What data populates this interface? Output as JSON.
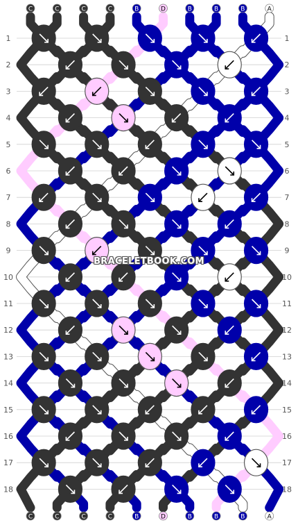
{
  "pattern": {
    "watermark": "BRACELETBOOK.COM",
    "strings_top": [
      "C",
      "C",
      "C",
      "C",
      "B",
      "D",
      "B",
      "B",
      "B",
      "A"
    ],
    "strings_bottom": [
      "C",
      "C",
      "C",
      "C",
      "B",
      "D",
      "B",
      "B",
      "B",
      "A"
    ],
    "row_labels": [
      "1",
      "2",
      "3",
      "4",
      "5",
      "6",
      "7",
      "8",
      "9",
      "10",
      "11",
      "12",
      "13",
      "14",
      "15",
      "16",
      "17",
      "18"
    ],
    "colors": {
      "A": "#ffffff",
      "B": "#0000aa",
      "C": "#333333",
      "D": "#ffccff"
    },
    "knot_rows": [
      [
        "C:se",
        "C:se",
        "B:se",
        "B:se",
        "B:sw"
      ],
      [
        "C:sw",
        "C:se",
        "B:se",
        "A:sw"
      ],
      [
        "C:sw",
        "D:sw",
        "C:se",
        "B:se",
        "B:sw"
      ],
      [
        "C:sw",
        "D:se",
        "C:sw",
        "B:sw"
      ],
      [
        "C:se",
        "C:se",
        "C:sw",
        "B:se",
        "B:se"
      ],
      [
        "C:sw",
        "C:sw",
        "B:se",
        "A:se"
      ],
      [
        "C:sw",
        "C:se",
        "B:se",
        "A:sw",
        "B:sw"
      ],
      [
        "C:sw",
        "C:se",
        "B:se",
        "B:sw"
      ],
      [
        "C:se",
        "D:sw",
        "C:se",
        "B:se",
        "B:se"
      ],
      [
        "C:sw",
        "C:sw",
        "B:se",
        "A:sw"
      ],
      [
        "C:se",
        "C:se",
        "C:se",
        "B:se",
        "B:se"
      ],
      [
        "C:sw",
        "D:se",
        "C:se",
        "B:sw"
      ],
      [
        "C:se",
        "C:se",
        "D:se",
        "C:se",
        "B:sw"
      ],
      [
        "C:se",
        "C:se",
        "D:se",
        "C:sw"
      ],
      [
        "C:se",
        "C:se",
        "C:sw",
        "C:sw",
        "B:sw"
      ],
      [
        "C:sw",
        "C:se",
        "C:se",
        "B:sw"
      ],
      [
        "C:se",
        "C:se",
        "C:sw",
        "B:sw",
        "A:se"
      ],
      [
        "C:se",
        "C:sw",
        "B:se",
        "B:se"
      ]
    ]
  }
}
